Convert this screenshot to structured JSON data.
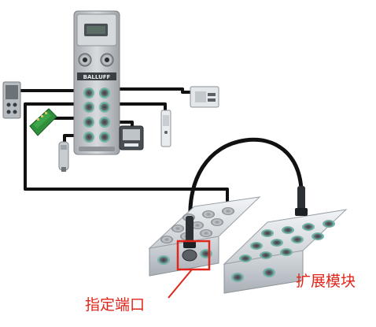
{
  "annotations": {
    "port_label": "指定端口",
    "expansion_label": "扩展模块"
  },
  "master_module": {
    "brand": "BALLUFF"
  },
  "colors": {
    "cable": "#111111",
    "annotation": "#e0261a",
    "port_ring": "#5cc6b0",
    "module_body": "#c9ccd0",
    "hub_housing": "#e6e9ec",
    "pcb_green": "#2f8f3a"
  }
}
